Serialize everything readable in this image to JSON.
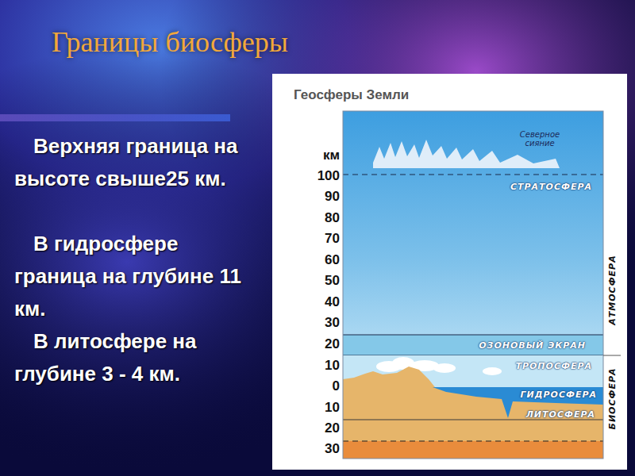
{
  "diagram": {
    "title": "Границы биосферы",
    "nodes": [
      {
        "text": [
          "Геосферы Земли"
        ]
      },
      {
        "text": [
          "СТРАТОСФЕРА"
        ],
        "in": 0
      },
      {
        "text": [
          "ОЗОНОВЫЙ ЭКРАН"
        ],
        "in": 0
      },
      {
        "text": [
          "ТРОПОСФЕРА"
        ],
        "in": 0
      },
      {
        "text": [
          "ГИДРОСФЕРА"
        ],
        "in": 0
      },
      {
        "text": [
          "ЛИТОСФЕРА"
        ],
        "in": 0
      }
    ],
    "labels": [
      "Верхняя граница на высоте свыше25 км.",
      "В гидросфере граница на глубине 11 км.",
      "В литосфере на глубине 3 - 4 км.",
      "км",
      "100",
      "90",
      "80",
      "70",
      "60",
      "50",
      "40",
      "30",
      "20",
      "10",
      "0",
      "10",
      "20",
      "30",
      "Северное сияние",
      "АТМОСФЕРА",
      "БИОСФЕРА"
    ]
  }
}
